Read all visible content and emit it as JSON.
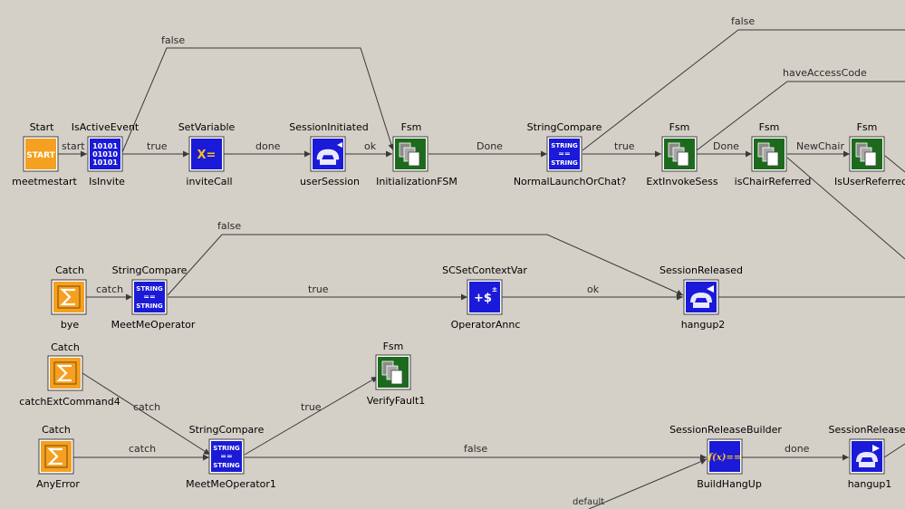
{
  "nodes": {
    "meetmestart": {
      "type": "Start",
      "name": "meetmestart",
      "icon": "start-icon",
      "color": "#f5a020",
      "glyph": "START"
    },
    "IsInvite": {
      "type": "IsActiveEvent",
      "name": "IsInvite",
      "icon": "binary-icon",
      "color": "#1a1ad8",
      "glyph": "10101"
    },
    "inviteCall": {
      "type": "SetVariable",
      "name": "inviteCall",
      "icon": "assign-icon",
      "color": "#1a1ad8",
      "glyph": "X="
    },
    "userSession": {
      "type": "SessionInitiated",
      "name": "userSession",
      "icon": "phone-icon",
      "color": "#1a1ad8"
    },
    "InitializationFSM": {
      "type": "Fsm",
      "name": "InitializationFSM",
      "icon": "fsm-icon",
      "color": "#1c6b1c"
    },
    "NormalLaunchOrChat": {
      "type": "StringCompare",
      "name": "NormalLaunchOrChat?",
      "icon": "string-compare-icon",
      "color": "#1a1ad8"
    },
    "ExtInvokeSess": {
      "type": "Fsm",
      "name": "ExtInvokeSess",
      "icon": "fsm-icon",
      "color": "#1c6b1c"
    },
    "isChairReferred": {
      "type": "Fsm",
      "name": "isChairReferred",
      "icon": "fsm-icon",
      "color": "#1c6b1c"
    },
    "IsUserReferred": {
      "type": "Fsm",
      "name": "IsUserReferred",
      "icon": "fsm-icon",
      "color": "#1c6b1c"
    },
    "bye": {
      "type": "Catch",
      "name": "bye",
      "icon": "sigma-icon",
      "color": "#f5a020"
    },
    "MeetMeOperator": {
      "type": "StringCompare",
      "name": "MeetMeOperator",
      "icon": "string-compare-icon",
      "color": "#1a1ad8"
    },
    "OperatorAnnc": {
      "type": "SCSetContextVar",
      "name": "OperatorAnnc",
      "icon": "context-var-icon",
      "color": "#1a1ad8",
      "glyph": "+$"
    },
    "hangup2": {
      "type": "SessionReleased",
      "name": "hangup2",
      "icon": "phone-release-icon",
      "color": "#1a1ad8"
    },
    "catchExtCommand4": {
      "type": "Catch",
      "name": "catchExtCommand4",
      "icon": "sigma-icon",
      "color": "#f5a020"
    },
    "VerifyFault1": {
      "type": "Fsm",
      "name": "VerifyFault1",
      "icon": "fsm-icon",
      "color": "#1c6b1c"
    },
    "AnyError": {
      "type": "Catch",
      "name": "AnyError",
      "icon": "sigma-icon",
      "color": "#f5a020"
    },
    "MeetMeOperator1": {
      "type": "StringCompare",
      "name": "MeetMeOperator1",
      "icon": "string-compare-icon",
      "color": "#1a1ad8"
    },
    "BuildHangUp": {
      "type": "SessionReleaseBuilder",
      "name": "BuildHangUp",
      "icon": "function-icon",
      "color": "#1a1ad8",
      "glyph": "f(x)=="
    },
    "hangup1": {
      "type": "SessionRelease",
      "name": "hangup1",
      "icon": "phone-release-icon",
      "color": "#1a1ad8"
    }
  },
  "edges": [
    {
      "from": "meetmestart",
      "to": "IsInvite",
      "label": "start"
    },
    {
      "from": "IsInvite",
      "to": "inviteCall",
      "label": "true"
    },
    {
      "from": "IsInvite",
      "to": "InitializationFSM",
      "label": "false"
    },
    {
      "from": "inviteCall",
      "to": "userSession",
      "label": "done"
    },
    {
      "from": "userSession",
      "to": "InitializationFSM",
      "label": "ok"
    },
    {
      "from": "InitializationFSM",
      "to": "NormalLaunchOrChat",
      "label": "Done"
    },
    {
      "from": "NormalLaunchOrChat",
      "to": "ExtInvokeSess",
      "label": "true"
    },
    {
      "from": "NormalLaunchOrChat",
      "to": "offscreen",
      "label": "false"
    },
    {
      "from": "ExtInvokeSess",
      "to": "isChairReferred",
      "label": "Done"
    },
    {
      "from": "ExtInvokeSess",
      "to": "offscreen",
      "label": "haveAccessCode"
    },
    {
      "from": "isChairReferred",
      "to": "IsUserReferred",
      "label": "NewChair"
    },
    {
      "from": "bye",
      "to": "MeetMeOperator",
      "label": "catch"
    },
    {
      "from": "MeetMeOperator",
      "to": "OperatorAnnc",
      "label": "true"
    },
    {
      "from": "MeetMeOperator",
      "to": "hangup2",
      "label": "false"
    },
    {
      "from": "OperatorAnnc",
      "to": "hangup2",
      "label": "ok"
    },
    {
      "from": "catchExtCommand4",
      "to": "MeetMeOperator1",
      "label": "catch"
    },
    {
      "from": "AnyError",
      "to": "MeetMeOperator1",
      "label": "catch"
    },
    {
      "from": "MeetMeOperator1",
      "to": "VerifyFault1",
      "label": "true"
    },
    {
      "from": "MeetMeOperator1",
      "to": "BuildHangUp",
      "label": "false"
    },
    {
      "from": "BuildHangUp",
      "to": "hangup1",
      "label": "done"
    },
    {
      "from": "offscreen",
      "to": "BuildHangUp",
      "label": "default"
    }
  ]
}
